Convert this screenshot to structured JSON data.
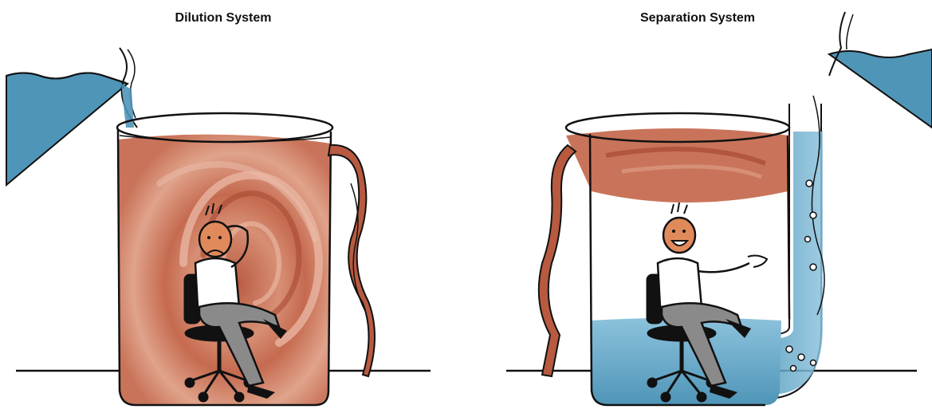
{
  "panels": {
    "left": {
      "title": "Dilution System"
    },
    "right": {
      "title": "Separation System"
    }
  },
  "colors": {
    "polluted": "#c9745a",
    "polluted_dark": "#a84a33",
    "clean_water": "#4f95b8",
    "clean_water_light": "#8cc2dc",
    "line": "#111111",
    "pants": "#8a8a8a"
  },
  "icons": {
    "left": [
      "water-reservoir",
      "beaker",
      "overflow-stream",
      "worried-person",
      "office-chair",
      "swirl"
    ],
    "right": [
      "water-reservoir",
      "beaker",
      "overflow-stream",
      "happy-person",
      "office-chair",
      "side-pipe",
      "air-bubbles"
    ]
  }
}
